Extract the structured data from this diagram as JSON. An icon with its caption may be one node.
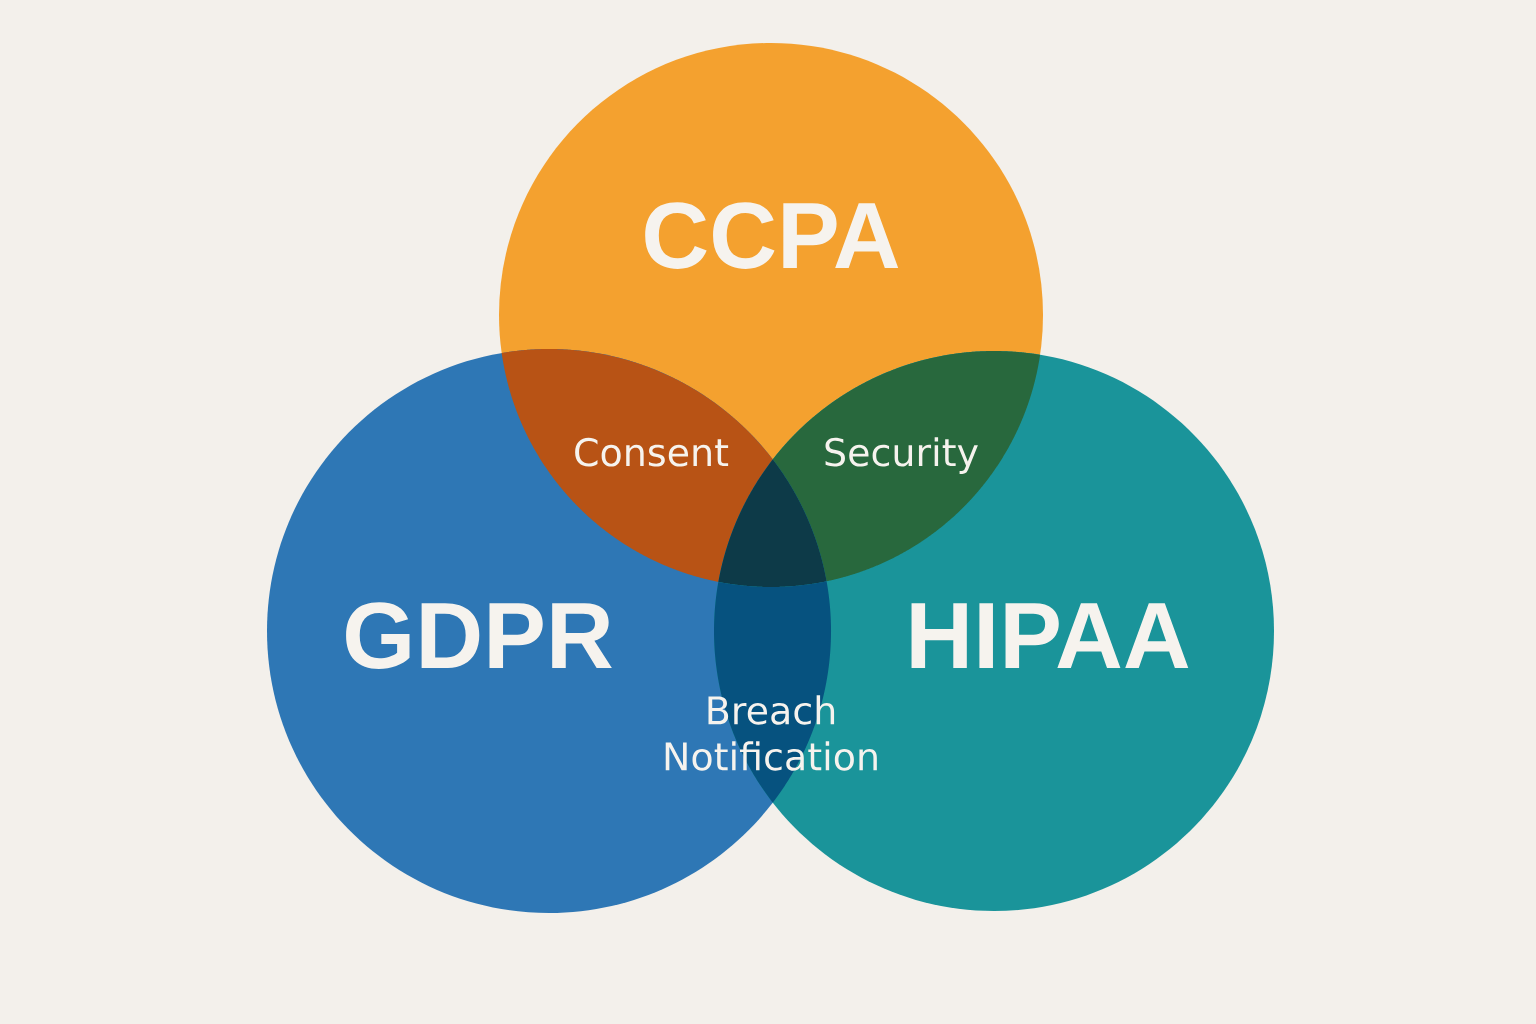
{
  "diagram": {
    "nodes": [
      {
        "text": [
          "CCPA"
        ]
      },
      {
        "text": [
          "Consent"
        ]
      },
      {
        "text": [
          "Security"
        ]
      },
      {
        "text": [],
        "shape": "triangle"
      },
      {
        "text": [
          "GDPR"
        ]
      },
      {
        "text": [
          "HIPAA"
        ]
      },
      {
        "text": [
          "Breach Notification"
        ]
      }
    ]
  }
}
